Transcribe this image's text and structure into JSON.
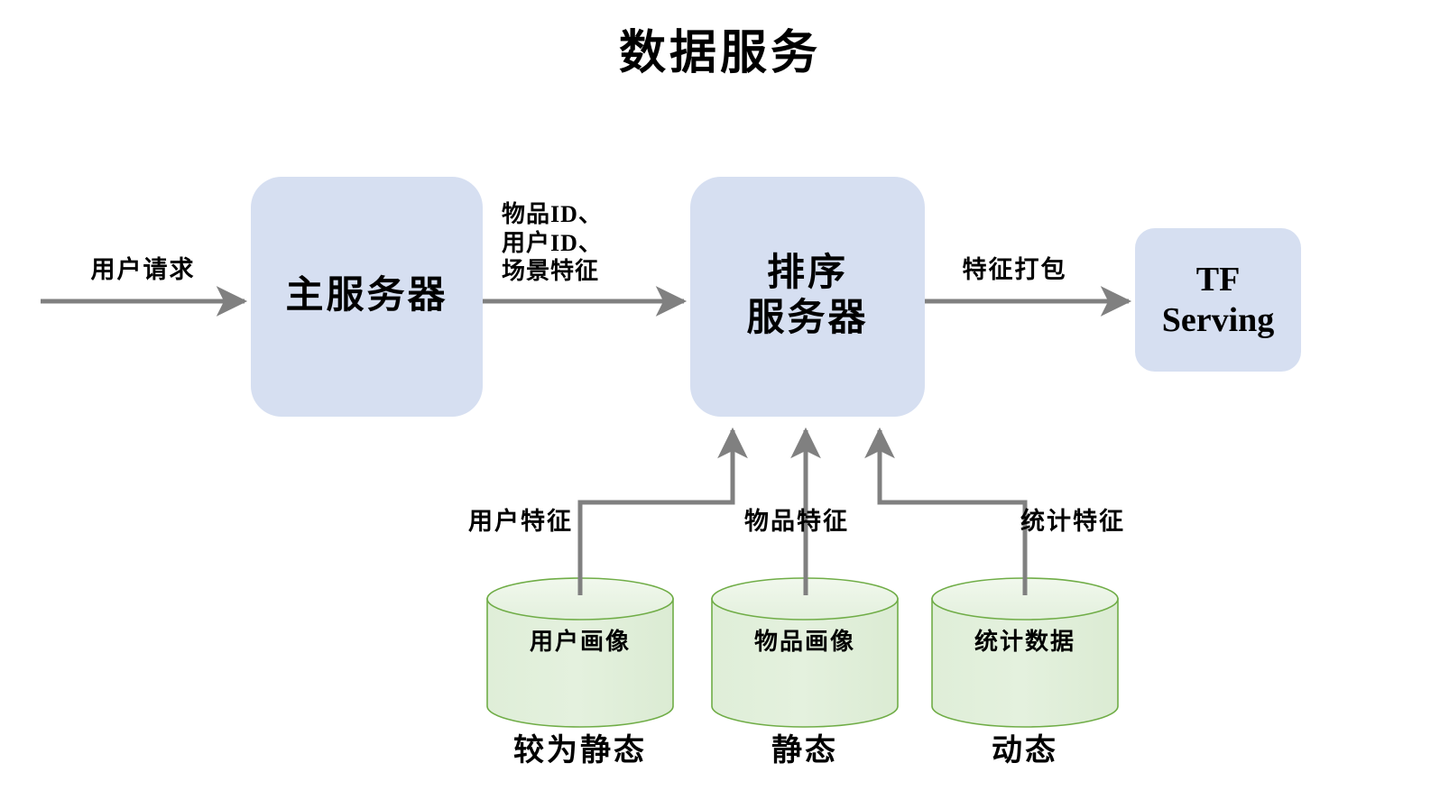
{
  "page": {
    "title": "数据服务",
    "background_color": "#ffffff"
  },
  "palette": {
    "box_fill": "#d6dff1",
    "cylinder_fill": "#e2efdc",
    "cylinder_top_fill": "#eaf4e4",
    "cylinder_stroke": "#70ad47",
    "arrow_color": "#808080",
    "text_color": "#000000"
  },
  "nodes": {
    "main_server": {
      "label": "主服务器",
      "type": "process"
    },
    "ranking_server": {
      "label": "排序\n服务器",
      "type": "process"
    },
    "tf_serving": {
      "label": "TF\nServing",
      "type": "process"
    },
    "user_profile_db": {
      "label": "用户画像",
      "type": "database",
      "caption": "较为静态"
    },
    "item_profile_db": {
      "label": "物品画像",
      "type": "database",
      "caption": "静态"
    },
    "stats_db": {
      "label": "统计数据",
      "type": "database",
      "caption": "动态"
    }
  },
  "edges": {
    "request": {
      "label": "用户请求",
      "from": "client",
      "to": "main_server"
    },
    "ids_to_ranking": {
      "label": "物品ID、\n用户ID、\n场景特征",
      "from": "main_server",
      "to": "ranking_server"
    },
    "feature_pack": {
      "label": "特征打包",
      "from": "ranking_server",
      "to": "tf_serving"
    },
    "user_features": {
      "label": "用户特征",
      "from": "user_profile_db",
      "to": "ranking_server"
    },
    "item_features": {
      "label": "物品特征",
      "from": "item_profile_db",
      "to": "ranking_server"
    },
    "stat_features": {
      "label": "统计特征",
      "from": "stats_db",
      "to": "ranking_server"
    }
  },
  "captions": {
    "user_profile": "较为静态",
    "item_profile": "静态",
    "stats": "动态"
  }
}
